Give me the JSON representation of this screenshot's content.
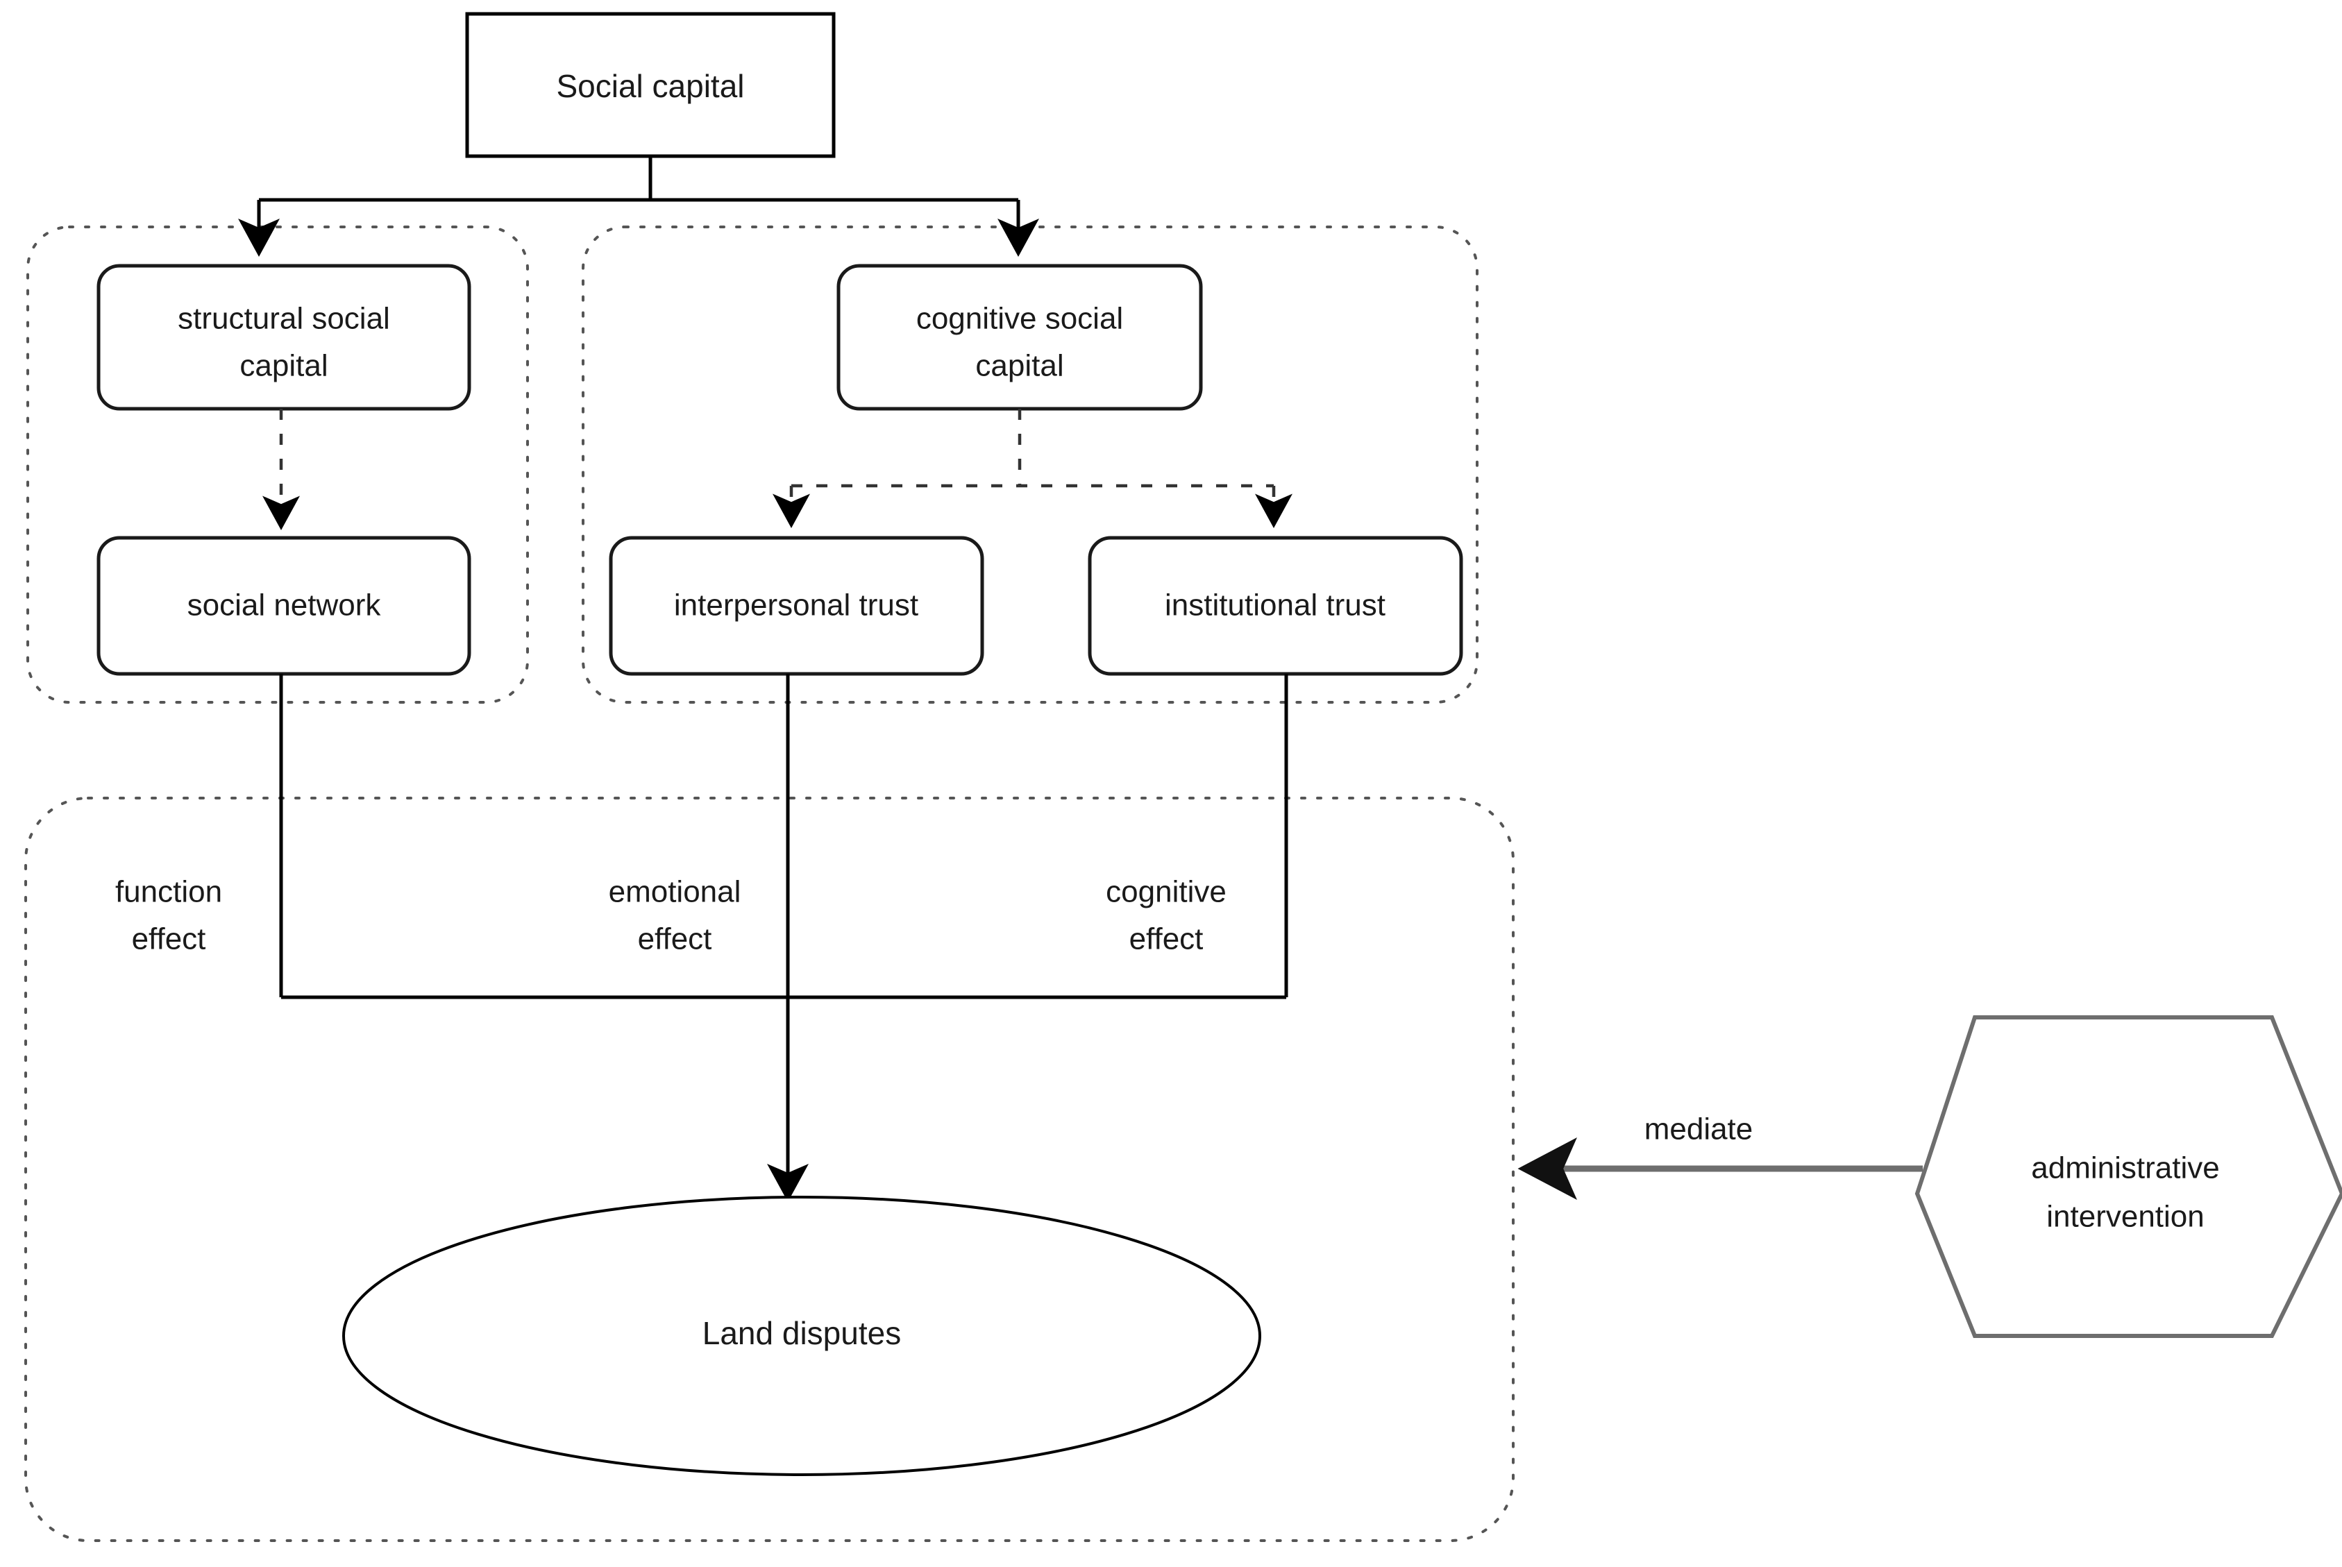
{
  "diagram": {
    "title_node": {
      "label": "Social capital"
    },
    "groups": [
      {
        "name": "structural-group"
      },
      {
        "name": "cognitive-group"
      },
      {
        "name": "outcome-group"
      }
    ],
    "nodes": {
      "root": "Social capital",
      "structural_social_capital": "structural social capital",
      "cognitive_social_capital": "cognitive social capital",
      "social_network": "social network",
      "interpersonal_trust": "interpersonal trust",
      "institutional_trust": "institutional trust",
      "land_disputes": "Land disputes",
      "administrative_intervention": "administrative intervention"
    },
    "node_lines": {
      "structural_social_capital": [
        "structural social",
        "capital"
      ],
      "cognitive_social_capital": [
        "cognitive social",
        "capital"
      ],
      "administrative_intervention": [
        "administrative",
        "intervention"
      ]
    },
    "edge_labels": {
      "function_effect": [
        "function",
        "effect"
      ],
      "emotional_effect": [
        "emotional",
        "effect"
      ],
      "cognitive_effect": [
        "cognitive",
        "effect"
      ],
      "mediate": "mediate"
    },
    "colors": {
      "stroke_black": "#000000",
      "stroke_gray": "#6e6e6e",
      "group_dotted": "#555555",
      "background": "#ffffff",
      "text": "#1a1a1a"
    }
  }
}
